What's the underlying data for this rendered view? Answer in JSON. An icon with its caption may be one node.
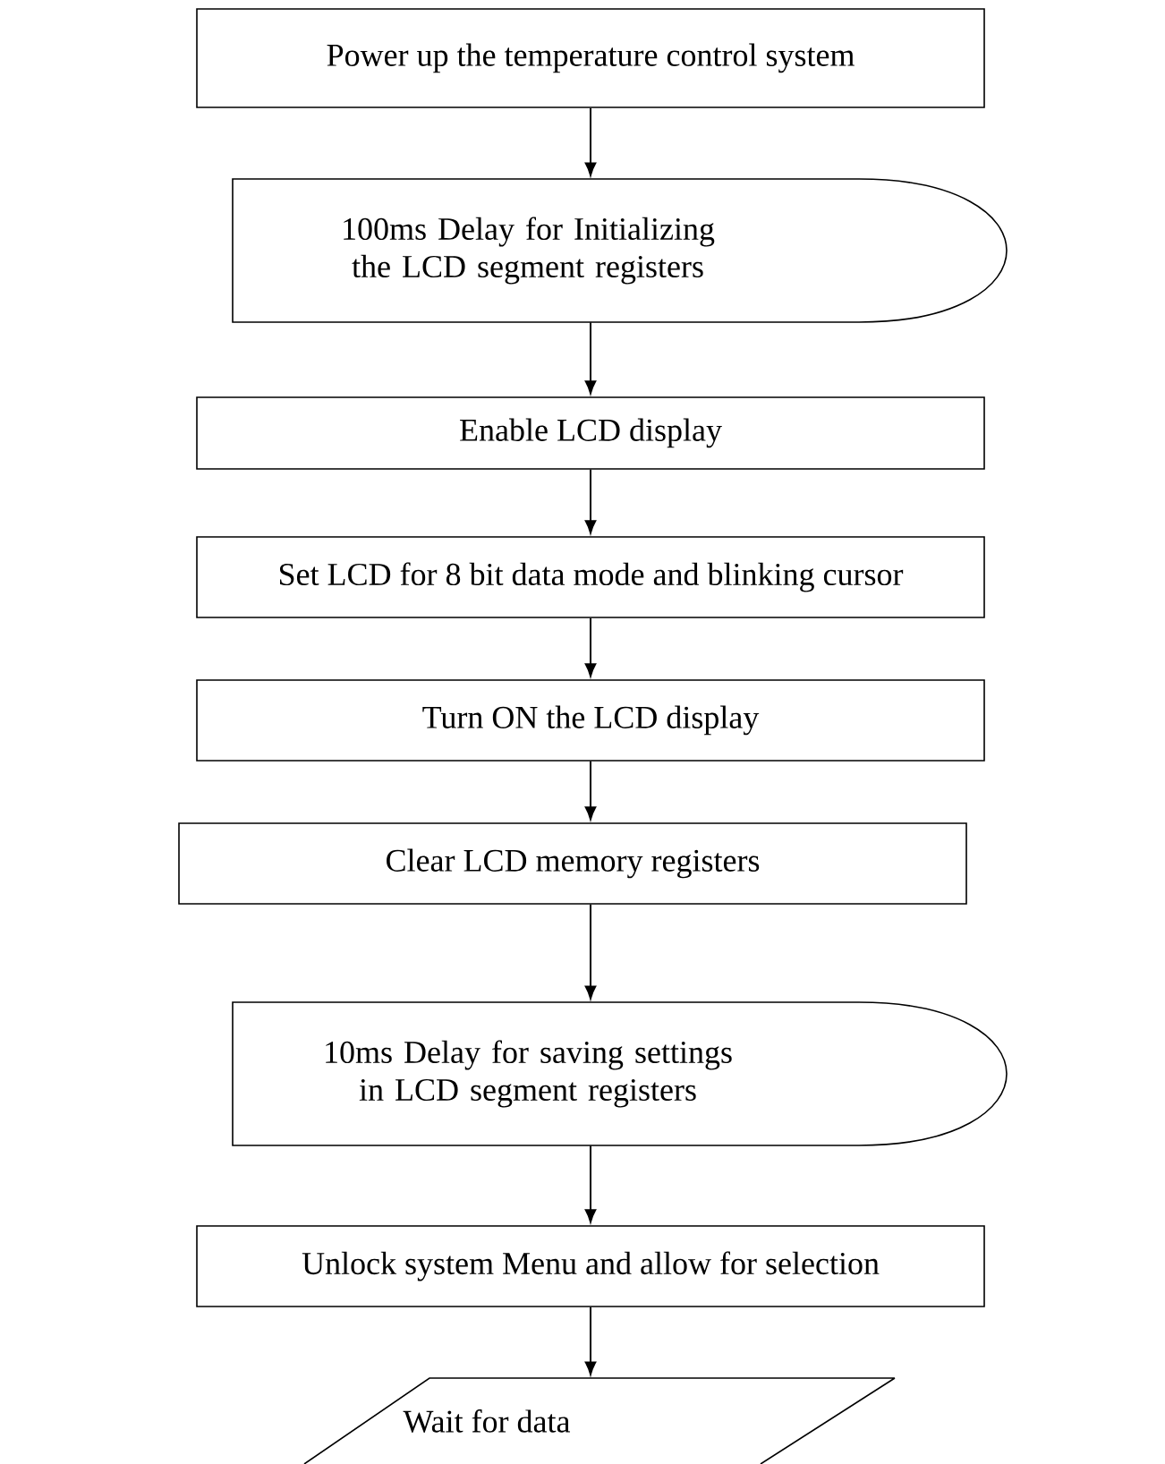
{
  "diagram": {
    "nodes": [
      {
        "text": [
          "Power up the temperature control system"
        ]
      },
      {
        "text": [
          "100ms Delay for Initializing the LCD segment registers"
        ]
      },
      {
        "text": [
          "Enable LCD display"
        ]
      },
      {
        "text": [
          "Set LCD for 8 bit data mode and blinking cursor"
        ]
      },
      {
        "text": [
          "Turn ON the LCD display"
        ]
      },
      {
        "text": [
          "Clear LCD memory registers"
        ]
      },
      {
        "text": [
          "10ms Delay for saving settings in LCD segment registers"
        ]
      },
      {
        "text": [
          "Unlock system Menu and allow for selection"
        ]
      },
      {
        "text": [
          "Wait for data"
        ]
      }
    ],
    "edges": [
      {
        "from": 0,
        "to": 1,
        "arrow": "to"
      },
      {
        "from": 1,
        "to": 2,
        "arrow": "to"
      },
      {
        "from": 2,
        "to": 3,
        "arrow": "to"
      },
      {
        "from": 3,
        "to": 4,
        "arrow": "to"
      },
      {
        "from": 4,
        "to": 5,
        "arrow": "to"
      },
      {
        "from": 5,
        "to": 6,
        "arrow": "to"
      },
      {
        "from": 6,
        "to": 7,
        "arrow": "to"
      },
      {
        "from": 7,
        "to": 8,
        "arrow": "to"
      }
    ]
  }
}
